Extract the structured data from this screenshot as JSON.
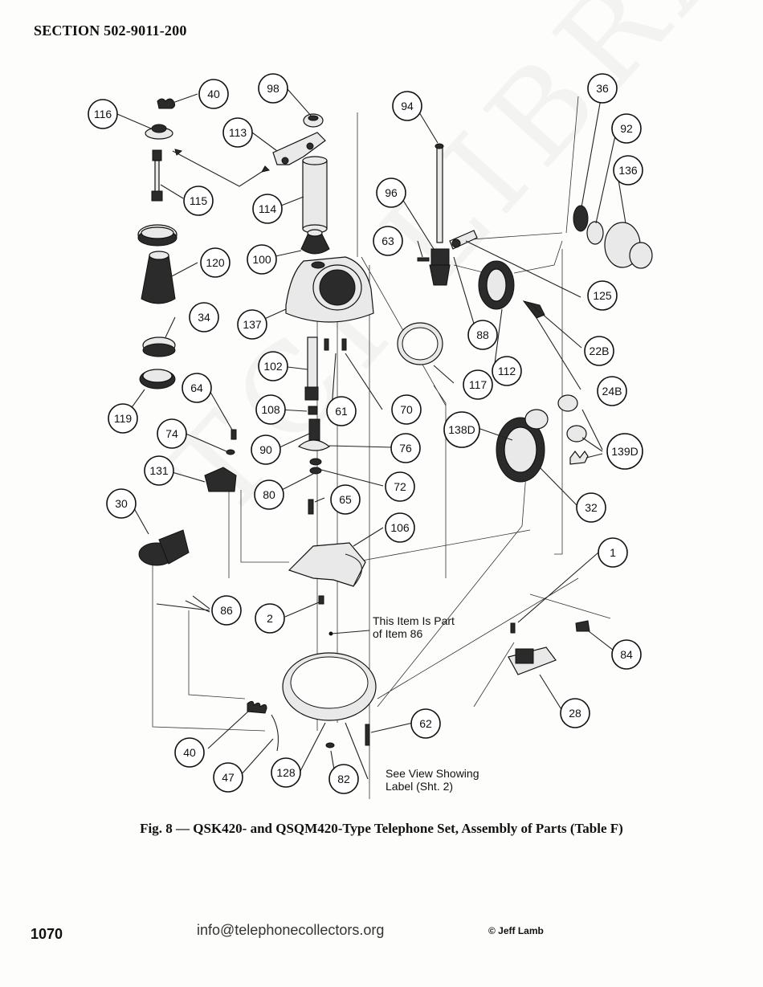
{
  "header": {
    "section": "SECTION 502-9011-200"
  },
  "callouts": [
    "40",
    "116",
    "98",
    "113",
    "115",
    "114",
    "94",
    "96",
    "63",
    "36",
    "92",
    "136",
    "120",
    "100",
    "137",
    "34",
    "125",
    "88",
    "22B",
    "102",
    "61",
    "70",
    "112",
    "24B",
    "117",
    "108",
    "64",
    "74",
    "90",
    "76",
    "138D",
    "139D",
    "119",
    "131",
    "80",
    "72",
    "30",
    "65",
    "32",
    "106",
    "1",
    "2",
    "86",
    "84",
    "28",
    "62",
    "40",
    "47",
    "128",
    "82"
  ],
  "note_item86": {
    "line1": "This Item Is Part",
    "line2": "of Item 86"
  },
  "note_label": {
    "line1": "See View Showing",
    "line2": "Label (Sht. 2)"
  },
  "caption": "Fig. 8 — QSK420- and QSQM420-Type Telephone Set, Assembly of Parts (Table F)",
  "footer": {
    "page_number": "1070",
    "email": "info@telephonecollectors.org",
    "copyright": "© Jeff Lamb"
  },
  "watermark": "TCI LIBRARY"
}
